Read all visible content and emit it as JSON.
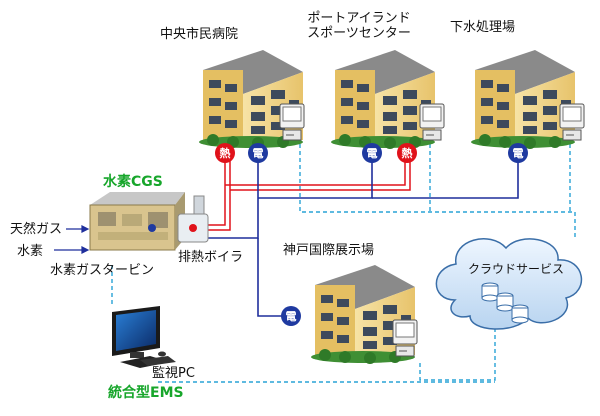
{
  "buildings": {
    "hospital": "中央市民病院",
    "sports_line1": "ポートアイランド",
    "sports_line2": "スポーツセンター",
    "sewage": "下水処理場",
    "exhibition": "神戸国際展示場"
  },
  "plant": {
    "title": "水素CGS",
    "input_gas": "天然ガス",
    "input_h2": "水素",
    "turbine": "水素ガスタービン",
    "boiler": "排熱ボイラ"
  },
  "cloud": {
    "label": "クラウドサービス"
  },
  "monitor": {
    "label": "監視PC",
    "system": "統合型EMS"
  },
  "badges": {
    "heat": "熱",
    "electric": "電"
  },
  "colors": {
    "heat_line": "#e0121a",
    "power_line": "#1f2f9c",
    "data_line": "#29a3d6",
    "badge_heat": "#e0121a",
    "badge_power": "#1f3aa0",
    "accent_green": "#17a62b"
  }
}
